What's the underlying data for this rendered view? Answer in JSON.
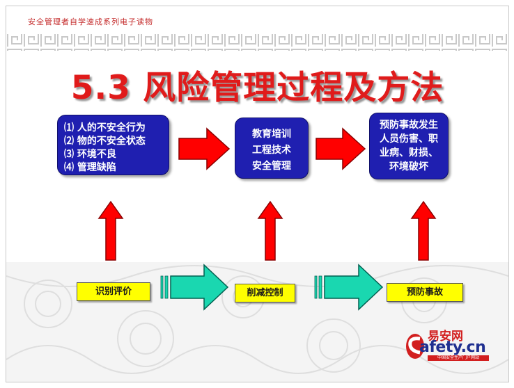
{
  "header": {
    "series_text": "安全管理者自学速成系列电子读物"
  },
  "title": "5.3 风险管理过程及方法",
  "top_row": {
    "causes": [
      "⑴ 人的不安全行为",
      "⑵ 物的不安全状态",
      "⑶ 环境不良",
      "⑷ 管理缺陷"
    ],
    "measures": [
      "教育培训",
      "工程技术",
      "安全管理"
    ],
    "results": [
      "预防事故发生",
      "人员伤害、职",
      "业病、财损、",
      "环境破坏"
    ]
  },
  "bottom_row": {
    "steps": [
      "识别评价",
      "削减控制",
      "预防事故"
    ]
  },
  "logo": {
    "cn": "易安网",
    "en": "afety.cn",
    "sub": "中国安全生产门户网站"
  },
  "colors": {
    "title_red": "#e01b1b",
    "box_blue": "#1f1fb0",
    "arrow_red": "#ff0000",
    "arrow_teal": "#1ad7b0",
    "step_yellow": "#ffff00",
    "header_red": "#c42a2a"
  }
}
